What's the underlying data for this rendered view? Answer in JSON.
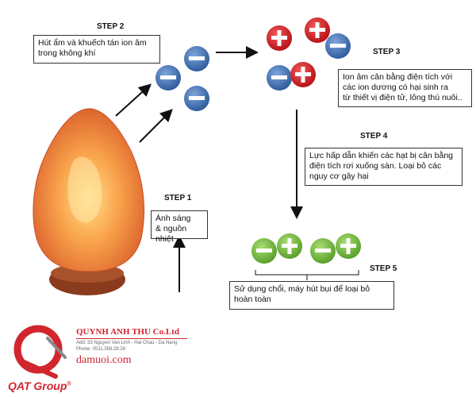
{
  "steps": {
    "step1": {
      "label": "STEP 1",
      "text_line1": "Ánh sáng",
      "text_line2": "& nguồn nhiệt"
    },
    "step2": {
      "label": "STEP 2",
      "text_line1": "Hút ẩm và khuếch tán ion âm",
      "text_line2": "trong không khí"
    },
    "step3": {
      "label": "STEP 3",
      "text_line1": "Ion âm cân bằng điện tích với",
      "text_line2": "các ion dương có hại sinh ra",
      "text_line3": "từ thiết vị điện tử, lông thú nuôi.."
    },
    "step4": {
      "label": "STEP 4",
      "text_line1": "Lực hấp dẫn khiến các hạt bị cân bằng",
      "text_line2": "điện tích rơi xuống sàn. Loại bỏ các",
      "text_line3": "nguy cơ gây hại"
    },
    "step5": {
      "label": "STEP 5",
      "text_line1": "Sử dụng chổi, máy hút bụi để loại bỏ",
      "text_line2": "hoàn toàn"
    }
  },
  "brand": {
    "company": "QUYNH ANH THU Co.Ltd",
    "address": "Add: 33 Nguyen Van Linh - Hai Chau - Da Nang",
    "phone": "Phone: 0511.358.28.28",
    "website": "damuoi.com",
    "group": "QAT Group",
    "registered_mark": "®"
  },
  "colors": {
    "negative_ion": "#4a78b8",
    "positive_ion": "#d8232a",
    "neutral_ion": "#7cc242",
    "lamp": "#f08a3c",
    "lamp_base": "#8a3b1e",
    "brand_red": "#d1262e"
  },
  "icons": {
    "negative": "minus-ion-icon",
    "positive": "plus-ion-icon"
  }
}
